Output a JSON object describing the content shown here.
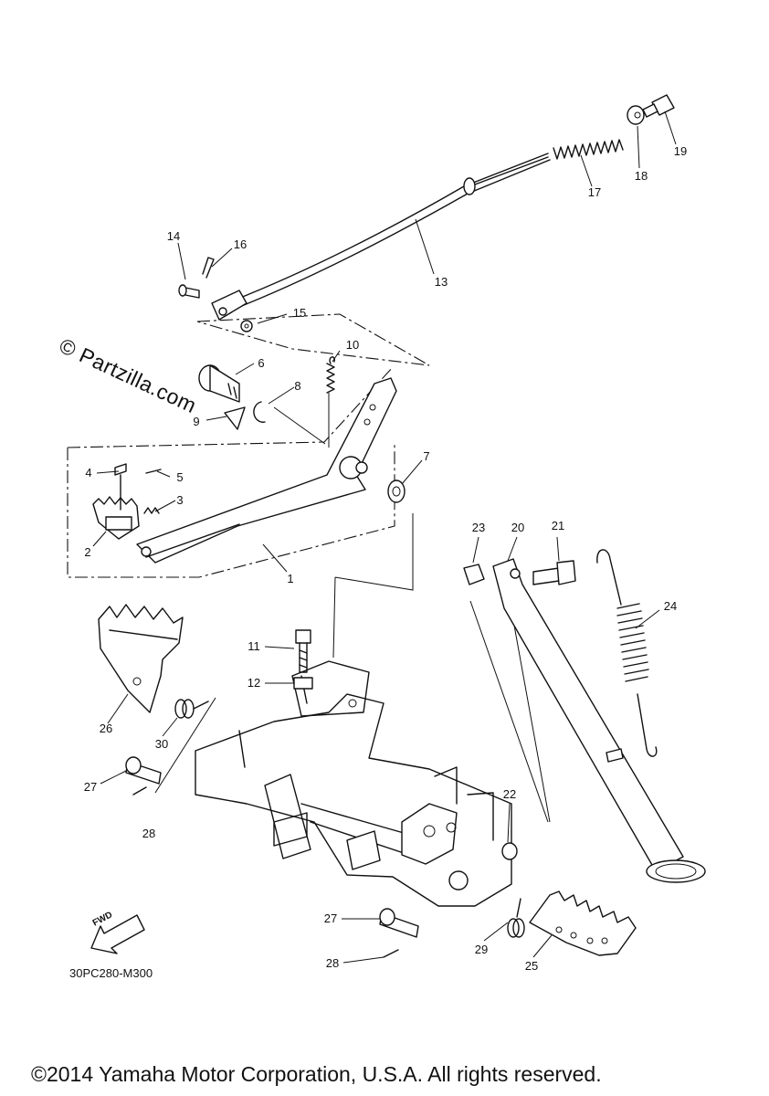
{
  "watermark": "© Partzilla.com",
  "diagram_code": "30PC280-M300",
  "fwd_label": "FWD",
  "copyright": "©2014 Yamaha Motor Corporation, U.S.A. All rights reserved.",
  "callouts": {
    "c1": "1",
    "c2": "2",
    "c3": "3",
    "c4": "4",
    "c5": "5",
    "c6": "6",
    "c7": "7",
    "c8": "8",
    "c9": "9",
    "c10": "10",
    "c11": "11",
    "c12": "12",
    "c13": "13",
    "c14": "14",
    "c15": "15",
    "c16": "16",
    "c17": "17",
    "c18": "18",
    "c19": "19",
    "c20": "20",
    "c21": "21",
    "c22": "22",
    "c23": "23",
    "c24": "24",
    "c25": "25",
    "c26": "26",
    "c27a": "27",
    "c27b": "27",
    "c28a": "28",
    "c28b": "28",
    "c29": "29",
    "c30": "30"
  }
}
